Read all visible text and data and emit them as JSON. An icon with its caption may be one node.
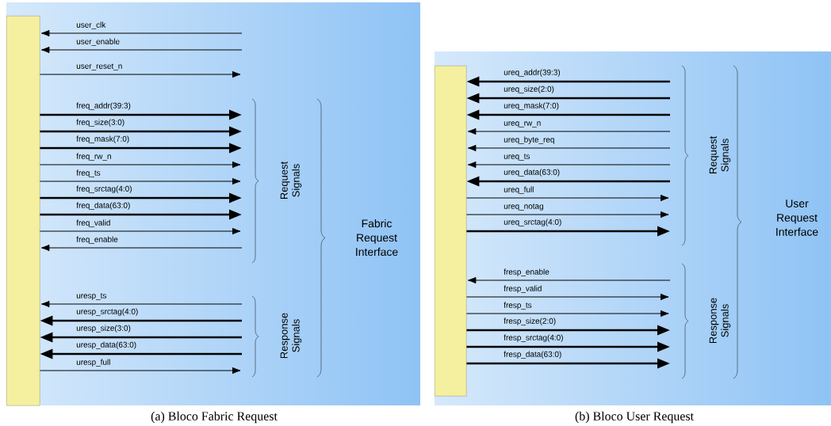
{
  "diagram": {
    "nodes": [
      {
        "text": [],
        "shape": "bar"
      },
      {
        "text": [],
        "shape": "bar"
      }
    ],
    "edges": [
      {
        "from": null,
        "to": 0,
        "arrow": "to",
        "label": "user_clk"
      },
      {
        "from": null,
        "to": 0,
        "arrow": "to",
        "label": "user_enable"
      },
      {
        "from": 0,
        "to": null,
        "arrow": "to",
        "label": "user_reset_n"
      },
      {
        "from": 0,
        "to": null,
        "arrow": "to",
        "label": "freq_addr(39:3)",
        "style": "thick"
      },
      {
        "from": 0,
        "to": null,
        "arrow": "to",
        "label": "freq_size(3:0)",
        "style": "thick"
      },
      {
        "from": 0,
        "to": null,
        "arrow": "to",
        "label": "freq_mask(7:0)",
        "style": "thick"
      },
      {
        "from": 0,
        "to": null,
        "arrow": "to",
        "label": "freq_rw_n"
      },
      {
        "from": 0,
        "to": null,
        "arrow": "to",
        "label": "freq_ts"
      },
      {
        "from": 0,
        "to": null,
        "arrow": "to",
        "label": "freq_srctag(4:0)",
        "style": "thick"
      },
      {
        "from": 0,
        "to": null,
        "arrow": "to",
        "label": "freq_data(63:0)",
        "style": "thick"
      },
      {
        "from": 0,
        "to": null,
        "arrow": "to",
        "label": "freq_valid"
      },
      {
        "from": null,
        "to": 0,
        "arrow": "to",
        "label": "freq_enable"
      },
      {
        "from": null,
        "to": 0,
        "arrow": "to",
        "label": "uresp_ts"
      },
      {
        "from": null,
        "to": 0,
        "arrow": "to",
        "label": "uresp_srctag(4:0)",
        "style": "thick"
      },
      {
        "from": null,
        "to": 0,
        "arrow": "to",
        "label": "uresp_size(3:0)",
        "style": "thick"
      },
      {
        "from": null,
        "to": 0,
        "arrow": "to",
        "label": "uresp_data(63:0)",
        "style": "thick"
      },
      {
        "from": 0,
        "to": null,
        "arrow": "to",
        "label": "uresp_full"
      },
      {
        "from": null,
        "to": 1,
        "arrow": "to",
        "label": "ureq_addr(39:3)",
        "style": "thick"
      },
      {
        "from": null,
        "to": 1,
        "arrow": "to",
        "label": "ureq_size(2:0)",
        "style": "thick"
      },
      {
        "from": null,
        "to": 1,
        "arrow": "to",
        "label": "ureq_mask(7:0)",
        "style": "thick"
      },
      {
        "from": null,
        "to": 1,
        "arrow": "to",
        "label": "ureq_rw_n"
      },
      {
        "from": null,
        "to": 1,
        "arrow": "to",
        "label": "ureq_byte_req"
      },
      {
        "from": null,
        "to": 1,
        "arrow": "to",
        "label": "ureq_ts"
      },
      {
        "from": null,
        "to": 1,
        "arrow": "to",
        "label": "ureq_data(63:0)",
        "style": "thick"
      },
      {
        "from": 1,
        "to": null,
        "arrow": "to",
        "label": "ureq_full"
      },
      {
        "from": 1,
        "to": null,
        "arrow": "to",
        "label": "ureq_notag"
      },
      {
        "from": 1,
        "to": null,
        "arrow": "to",
        "label": "ureq_srctag(4:0)",
        "style": "thick"
      },
      {
        "from": null,
        "to": 1,
        "arrow": "to",
        "label": "fresp_enable"
      },
      {
        "from": 1,
        "to": null,
        "arrow": "to",
        "label": "fresp_valid"
      },
      {
        "from": 1,
        "to": null,
        "arrow": "to",
        "label": "fresp_ts"
      },
      {
        "from": 1,
        "to": null,
        "arrow": "to",
        "label": "fresp_size(2:0)",
        "style": "thick"
      },
      {
        "from": 1,
        "to": null,
        "arrow": "to",
        "label": "fresp_srctag(4:0)",
        "style": "thick"
      },
      {
        "from": 1,
        "to": null,
        "arrow": "to",
        "label": "fresp_data(63:0)",
        "style": "thick"
      }
    ],
    "labels": [
      "Request Signals",
      "Response Signals",
      "Fabric Request Interface",
      "Request Signals",
      "Response Signals",
      "User Request Interface",
      "(a) Bloco Fabric Request",
      "(b) Bloco User Request"
    ]
  }
}
